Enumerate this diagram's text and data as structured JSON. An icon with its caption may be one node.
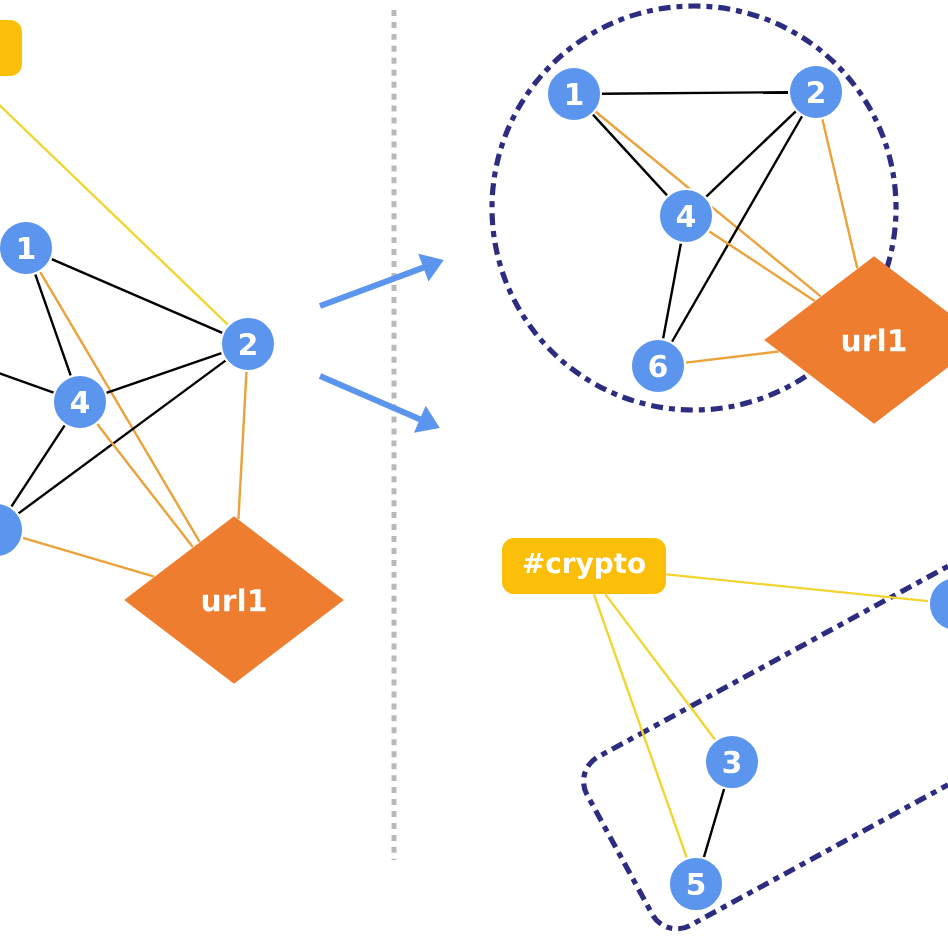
{
  "diagram": {
    "nodes": [
      {
        "text": [],
        "shape": "box"
      },
      {
        "text": [
          "1"
        ]
      },
      {
        "text": [
          "2"
        ]
      },
      {
        "text": [
          "4"
        ]
      },
      {
        "text": [],
        "shape": "circle"
      },
      {
        "text": [
          "url1"
        ]
      },
      {
        "text": [],
        "shape": "circle"
      },
      {
        "text": [
          "1"
        ],
        "in": 6
      },
      {
        "text": [
          "2"
        ],
        "in": 6
      },
      {
        "text": [
          "4"
        ],
        "in": 6
      },
      {
        "text": [
          "6"
        ],
        "in": 6
      },
      {
        "text": [
          "url1"
        ]
      },
      {
        "text": [
          "#crypto"
        ]
      },
      {
        "text": [],
        "shape": "box"
      },
      {
        "text": [],
        "shape": "circle"
      },
      {
        "text": [
          "3"
        ],
        "in": 13
      },
      {
        "text": [
          "5"
        ],
        "in": 13
      }
    ],
    "edges": [
      {
        "from": 0,
        "to": 2,
        "arrow": "none",
        "color": "#f2d530"
      },
      {
        "from": 1,
        "to": 2,
        "arrow": "none"
      },
      {
        "from": 1,
        "to": 3,
        "arrow": "none"
      },
      {
        "from": 1,
        "to": 5,
        "arrow": "none",
        "color": "#eba23a"
      },
      {
        "from": 2,
        "to": 3,
        "arrow": "none"
      },
      {
        "from": 2,
        "to": 4,
        "arrow": "none"
      },
      {
        "from": 2,
        "to": 5,
        "arrow": "none",
        "color": "#eba23a"
      },
      {
        "from": null,
        "to": 3,
        "arrow": "none"
      },
      {
        "from": 3,
        "to": 4,
        "arrow": "none"
      },
      {
        "from": 3,
        "to": 5,
        "arrow": "none",
        "color": "#eba23a"
      },
      {
        "from": 4,
        "to": 5,
        "arrow": "none",
        "color": "#eba23a"
      },
      {
        "from": 7,
        "to": 8,
        "arrow": "none"
      },
      {
        "from": 7,
        "to": 9,
        "arrow": "none"
      },
      {
        "from": 7,
        "to": 11,
        "arrow": "none",
        "color": "#eba23a"
      },
      {
        "from": 8,
        "to": 9,
        "arrow": "none"
      },
      {
        "from": 8,
        "to": 10,
        "arrow": "none"
      },
      {
        "from": 8,
        "to": 11,
        "arrow": "none",
        "color": "#eba23a"
      },
      {
        "from": 9,
        "to": 10,
        "arrow": "none"
      },
      {
        "from": 9,
        "to": 11,
        "arrow": "none",
        "color": "#eba23a"
      },
      {
        "from": 10,
        "to": 11,
        "arrow": "none",
        "color": "#eba23a"
      },
      {
        "from": 12,
        "to": 14,
        "arrow": "none",
        "color": "#f2d530"
      },
      {
        "from": 12,
        "to": 15,
        "arrow": "none",
        "color": "#f2d530"
      },
      {
        "from": 12,
        "to": 16,
        "arrow": "none",
        "color": "#f2d530"
      },
      {
        "from": 15,
        "to": 16,
        "arrow": "none"
      }
    ]
  }
}
